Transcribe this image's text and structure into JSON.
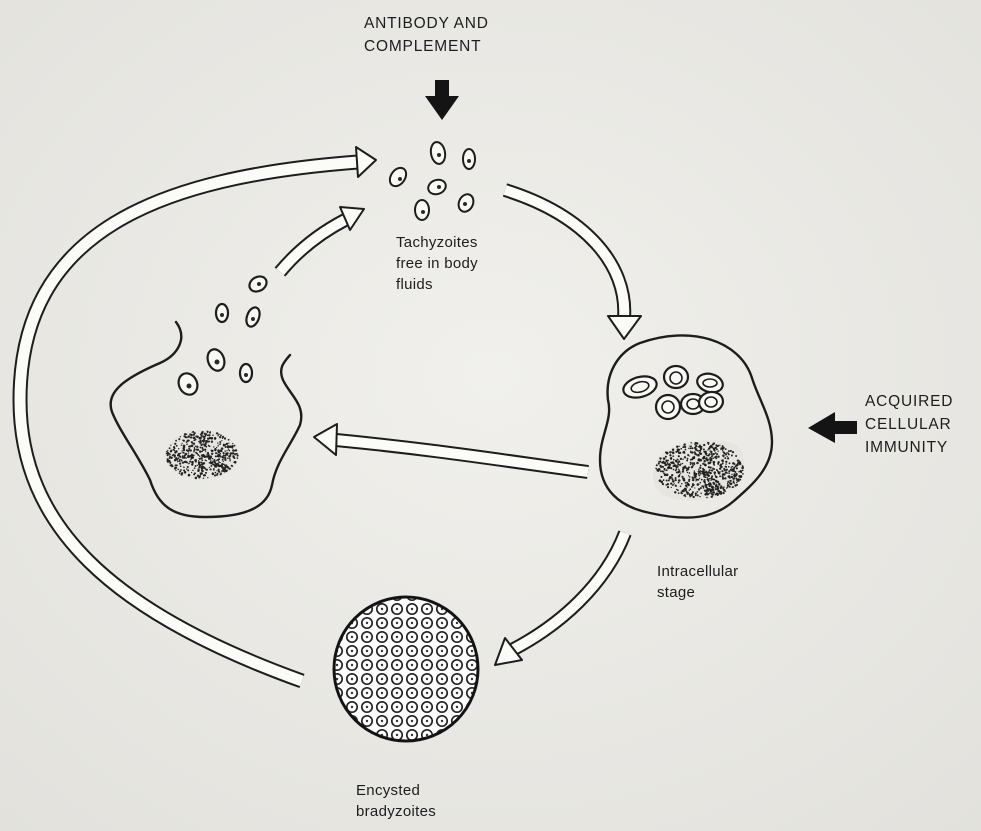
{
  "labels": {
    "antibody": [
      "ANTIBODY AND",
      "COMPLEMENT"
    ],
    "tachyzoites": [
      "Tachyzoites",
      "free in body",
      "fluids"
    ],
    "acquired": [
      "ACQUIRED",
      "CELLULAR",
      "IMMUNITY"
    ],
    "intracellular": [
      "Intracellular",
      "stage"
    ],
    "encysted": [
      "Encysted",
      "bradyzoites"
    ]
  },
  "colors": {
    "paper": "#ecebe6",
    "ink": "#1d1d1d",
    "arrow_fill": "#fbfbf7"
  }
}
